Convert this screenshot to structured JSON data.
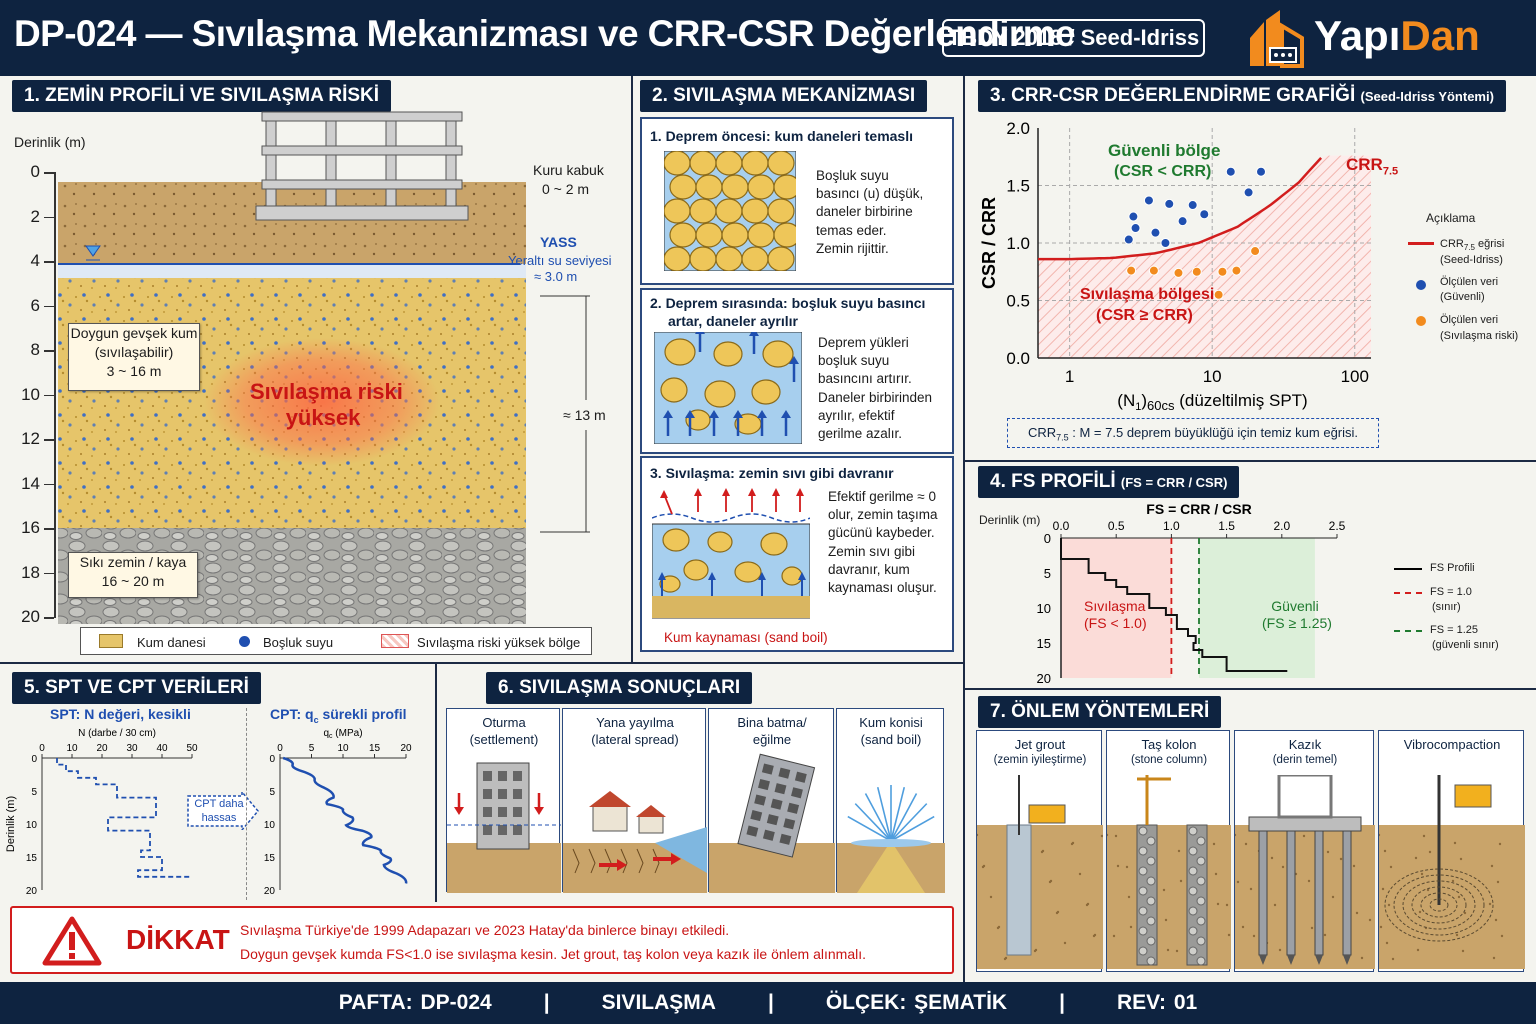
{
  "header": {
    "title": "DP-024 — Sıvılaşma Mekanizması ve CRR-CSR Değerlendirme",
    "code": "TBDY 2018 / Seed-Idriss",
    "brand_a": "Yapı",
    "brand_b": "Dan"
  },
  "sec1": {
    "title": "1. ZEMİN PROFİLİ VE SIVILAŞMA RİSKİ",
    "depth_label": "Derinlik (m)",
    "ticks": [
      "0",
      "2",
      "4",
      "6",
      "8",
      "10",
      "12",
      "14",
      "16",
      "18",
      "20"
    ],
    "crust": "Kuru kabuk",
    "crust_range": "0 ~ 2 m",
    "gwt": "YASS",
    "gwt_l1": "Yeraltı su seviyesi",
    "gwt_l2": "≈ 3.0 m",
    "sand1": "Doygun gevşek kum",
    "sand2": "(sıvılaşabilir)",
    "sand3": "3 ~ 16 m",
    "risk1": "Sıvılaşma riski",
    "risk2": "yüksek",
    "thick": "≈ 13 m",
    "rock1": "Sıkı zemin / kaya",
    "rock2": "16 ~ 20 m",
    "leg_sand": "Kum danesi",
    "leg_water": "Boşluk suyu",
    "leg_risk": "Sıvılaşma riski yüksek bölge"
  },
  "sec2": {
    "title": "2. SIVILAŞMA MEKANİZMASI",
    "s1_t": "1.  Deprem öncesi: kum daneleri temaslı",
    "s1_d": [
      "Boşluk suyu",
      "basıncı (u) düşük,",
      "daneler birbirine",
      "temas eder.",
      "Zemin rijittir."
    ],
    "s2_t1": "2.  Deprem sırasında: boşluk suyu basıncı",
    "s2_t2": "artar, daneler ayrılır",
    "s2_d": [
      "Deprem yükleri",
      "boşluk suyu",
      "basıncını artırır.",
      "Daneler birbirinden",
      "ayrılır, efektif",
      "gerilme azalır."
    ],
    "s3_t": "3.  Sıvılaşma: zemin sıvı gibi davranır",
    "s3_d": [
      "Efektif gerilme ≈ 0",
      "olur, zemin taşıma",
      "gücünü kaybeder.",
      "Zemin sıvı gibi",
      "davranır, kum",
      "kaynaması oluşur."
    ],
    "s3_c": "Kum kaynaması (sand boil)"
  },
  "sec3": {
    "title": "3. CRR-CSR DEĞERLENDİRME GRAFİĞİ",
    "title_small": "(Seed-Idriss Yöntemi)",
    "safe1": "Güvenli bölge",
    "safe2": "(CSR < CRR)",
    "liq1": "Sıvılaşma bölgesi",
    "liq2": "(CSR ≥ CRR)",
    "crr": "CRR",
    "crr_sub": "7.5",
    "leg_t": "Açıklama",
    "leg1a": "CRR",
    "leg1b": " eğrisi",
    "leg1c": "(Seed-Idriss)",
    "leg2a": "Ölçülen veri",
    "leg2b": "(Güvenli)",
    "leg3a": "Ölçülen veri",
    "leg3b": "(Sıvılaşma riski)",
    "note_a": "CRR",
    "note_sub": "7.5",
    "note_b": " : M = 7.5 deprem büyüklüğü için temiz kum eğrisi."
  },
  "sec4": {
    "title": "4. FS PROFİLİ",
    "title_small": "(FS = CRR / CSR)",
    "depth": "Derinlik (m)",
    "liq1": "Sıvılaşma",
    "liq2": "(FS < 1.0)",
    "safe1": "Güvenli",
    "safe2": "(FS ≥ 1.25)",
    "leg1": "FS Profili",
    "leg2a": "FS = 1.0",
    "leg2b": "(sınır)",
    "leg3a": "FS = 1.25",
    "leg3b": "(güvenli sınır)"
  },
  "sec5": {
    "title": "5. SPT VE CPT VERİLERİ",
    "spt_t": "SPT: N değeri, kesikli",
    "cpt_a": "CPT: q",
    "cpt_b": " sürekli profil",
    "arrow1": "CPT daha",
    "arrow2": "hassas"
  },
  "sec6": {
    "title": "6. SIVILAŞMA SONUÇLARI",
    "items": [
      {
        "l1": "Oturma",
        "l2": "(settlement)"
      },
      {
        "l1": "Yana yayılma",
        "l2": "(lateral spread)"
      },
      {
        "l1": "Bina batma/",
        "l2": "eğilme"
      },
      {
        "l1": "Kum konisi",
        "l2": "(sand boil)"
      }
    ]
  },
  "sec7": {
    "title": "7. ÖNLEM YÖNTEMLERİ",
    "items": [
      {
        "l1": "Jet grout",
        "l2": "(zemin iyileştirme)"
      },
      {
        "l1": "Taş kolon",
        "l2": "(stone column)"
      },
      {
        "l1": "Kazık",
        "l2": "(derin temel)"
      },
      {
        "l1": "Vibrocompaction",
        "l2": ""
      }
    ]
  },
  "warning": {
    "title": "DİKKAT",
    "line1": "Sıvılaşma Türkiye'de 1999 Adapazarı ve 2023 Hatay'da binlerce binayı etkiledi.",
    "line2": "Doygun gevşek kumda FS<1.0 ise sıvılaşma kesin. Jet grout, taş kolon veya kazık ile önlem alınmalı."
  },
  "footer": {
    "items": [
      "PAFTA: DP-024",
      "|",
      "SIVILAŞMA",
      "|",
      "ÖLÇEK: ŞEMATİK",
      "|",
      "REV: 01"
    ]
  },
  "colors": {
    "navy": "#0e2340",
    "orange": "#f28b1e",
    "red": "#d21d1d",
    "blue": "#1f4fb0",
    "green": "#1f7a2f"
  },
  "chart_data": [
    {
      "type": "scatter",
      "title": "",
      "xlabel": "(N1)60cs (düzeltilmiş SPT)",
      "ylabel": "CSR / CRR",
      "xscale": "log",
      "xlim": [
        0.6,
        130
      ],
      "ylim": [
        0,
        2.0
      ],
      "xticks": [
        "1",
        "10",
        "100"
      ],
      "yticks": [
        "0.0",
        "0.5",
        "1.0",
        "1.5",
        "2.0"
      ],
      "grid": true,
      "legend": "right",
      "crr_curve": {
        "x": [
          1,
          2,
          4,
          8,
          15,
          25,
          40,
          60
        ],
        "y": [
          0.86,
          0.87,
          0.91,
          1.0,
          1.14,
          1.32,
          1.52,
          1.76
        ]
      },
      "series": [
        {
          "name": "Ölçülen veri (Güvenli)",
          "color": "#1f4fb0",
          "x": [
            2.8,
            3.6,
            2.9,
            4.0,
            5.0,
            6.2,
            7.3,
            8.8,
            13.5,
            22,
            18,
            2.6,
            4.7
          ],
          "y": [
            1.23,
            1.37,
            1.13,
            1.09,
            1.34,
            1.19,
            1.33,
            1.25,
            1.62,
            1.62,
            1.44,
            1.03,
            1.0
          ]
        },
        {
          "name": "Ölçülen veri (Sıvılaşma riski)",
          "color": "#f28b1e",
          "x": [
            2.7,
            3.9,
            5.8,
            7.8,
            11.8,
            14.8,
            20,
            11.1
          ],
          "y": [
            0.76,
            0.76,
            0.74,
            0.75,
            0.75,
            0.76,
            0.93,
            0.55
          ]
        }
      ]
    },
    {
      "type": "line",
      "title": "FS = CRR / CSR",
      "xlabel": "FS = CRR / CSR",
      "ylabel": "Derinlik (m)",
      "xlim": [
        0,
        2.5
      ],
      "ylim": [
        0,
        20
      ],
      "xticks": [
        "0.0",
        "0.5",
        "1.0",
        "1.5",
        "2.0",
        "2.5"
      ],
      "yticks": [
        "0",
        "5",
        "10",
        "15",
        "20"
      ],
      "series": [
        {
          "name": "FS Profili",
          "fs": [
            0.0,
            0.0,
            0.25,
            0.25,
            0.4,
            0.4,
            0.5,
            0.5,
            0.6,
            0.6,
            0.8,
            0.8,
            0.95,
            0.95,
            1.05,
            1.05,
            1.05,
            1.05,
            1.15,
            1.15,
            1.22,
            1.22,
            1.2,
            1.2,
            1.28,
            1.28,
            1.5,
            1.5,
            2.05
          ],
          "depth": [
            0,
            3,
            3,
            5,
            5,
            6,
            6,
            7,
            7,
            8,
            8,
            10,
            10,
            11,
            11,
            12,
            12,
            13,
            13,
            14,
            14,
            15,
            15,
            16,
            16,
            17,
            17,
            19,
            19
          ]
        }
      ],
      "lines": [
        {
          "name": "FS = 1.0",
          "x": 1.0
        },
        {
          "name": "FS = 1.25",
          "x": 1.25
        }
      ]
    },
    {
      "type": "line",
      "title": "SPT: N değeri, kesikli",
      "xlabel": "N (darbe / 30 cm)",
      "ylabel": "Derinlik (m)",
      "xlim": [
        0,
        50
      ],
      "ylim": [
        0,
        20
      ],
      "xticks": [
        "0",
        "10",
        "20",
        "30",
        "40",
        "50"
      ],
      "yticks": [
        "0",
        "5",
        "10",
        "15",
        "20"
      ],
      "series": [
        {
          "name": "SPT N",
          "n": [
            5,
            5,
            8,
            8,
            12,
            12,
            18,
            18,
            25,
            25,
            38,
            38,
            22,
            22,
            22,
            22,
            36,
            36,
            33,
            33,
            40,
            40,
            32,
            32,
            50
          ],
          "depth": [
            0,
            1,
            1,
            2,
            2,
            3,
            3,
            4,
            4,
            6,
            6,
            9,
            9,
            10,
            10,
            11,
            11,
            14,
            14,
            15,
            15,
            17,
            17,
            18,
            18
          ]
        }
      ]
    },
    {
      "type": "line",
      "title": "CPT: qc sürekli profil",
      "xlabel": "qc (MPa)",
      "ylabel": "Derinlik (m)",
      "xlim": [
        0,
        20
      ],
      "ylim": [
        0,
        20
      ],
      "xticks": [
        "0",
        "5",
        "10",
        "15",
        "20"
      ],
      "yticks": [
        "0",
        "5",
        "10",
        "15",
        "20"
      ],
      "series": [
        {
          "name": "CPT qc",
          "qc": [
            0.5,
            2,
            3.5,
            5.5,
            7,
            8.5,
            7.5,
            10,
            11.5,
            10.5,
            13,
            14.5,
            13.2,
            16,
            17.5,
            16.5,
            18.5,
            20
          ],
          "depth": [
            0,
            1,
            2,
            3.2,
            4.5,
            6,
            7,
            7.8,
            9,
            10.2,
            11,
            12,
            13.2,
            14,
            15.2,
            16.2,
            17.5,
            19
          ]
        }
      ]
    }
  ]
}
